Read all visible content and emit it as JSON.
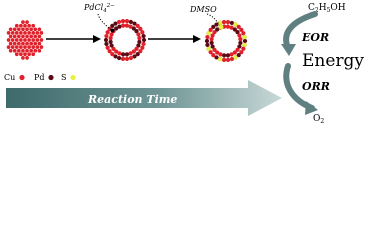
{
  "labels": {
    "precursor": "PdCl",
    "precursor_sub": "4",
    "precursor_sup": "2−",
    "solvent": "DMSO",
    "fuel_main": "C",
    "fuel_sub1": "2",
    "fuel_mid": "H",
    "fuel_sub2": "5",
    "fuel_tail": "OH",
    "eor": "EOR",
    "orr": "ORR",
    "energy": "Energy",
    "oxygen_main": "O",
    "oxygen_sub": "2",
    "reaction_time": "Reaction Time"
  },
  "legend": [
    {
      "label": "Cu",
      "color": "#e0202a"
    },
    {
      "label": "Pd",
      "color": "#5a0a14"
    },
    {
      "label": "S",
      "color": "#e8f040"
    }
  ],
  "colors": {
    "cu": "#e0202a",
    "pd": "#5a0a14",
    "s": "#e8f040",
    "arrow_band_dark": "#3d6a6b",
    "arrow_band_light": "#b9cfcd",
    "reaction_arrow": "#000000",
    "curve_arrow": "#5f7f80"
  }
}
